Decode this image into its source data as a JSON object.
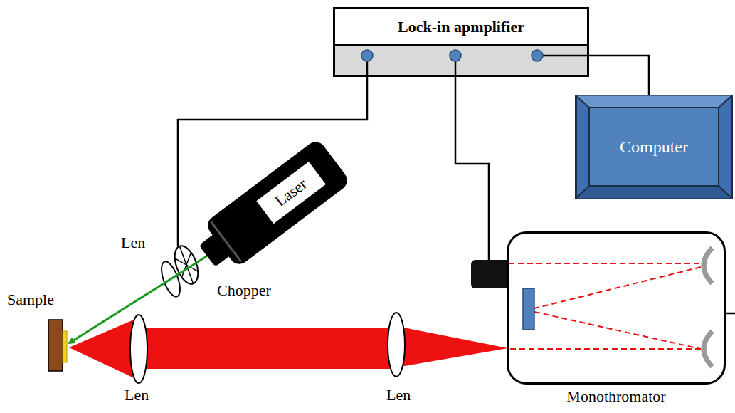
{
  "diagram": {
    "nodes": [
      {
        "text": [
          "Lock-in apmplifier"
        ]
      },
      {
        "text": [
          "Computer"
        ]
      },
      {
        "text": [
          "Laser"
        ]
      },
      {
        "text": [
          "Monothromator"
        ]
      },
      {
        "text": [
          "Sample"
        ]
      }
    ],
    "edges": [
      {
        "from": 0,
        "to": 3,
        "arrow": "none"
      },
      {
        "from": 0,
        "to": 1,
        "arrow": "none"
      },
      {
        "from": 2,
        "to": 4,
        "arrow": "to"
      }
    ],
    "labels": [
      "Len",
      "Chopper",
      "Len",
      "Len"
    ]
  }
}
